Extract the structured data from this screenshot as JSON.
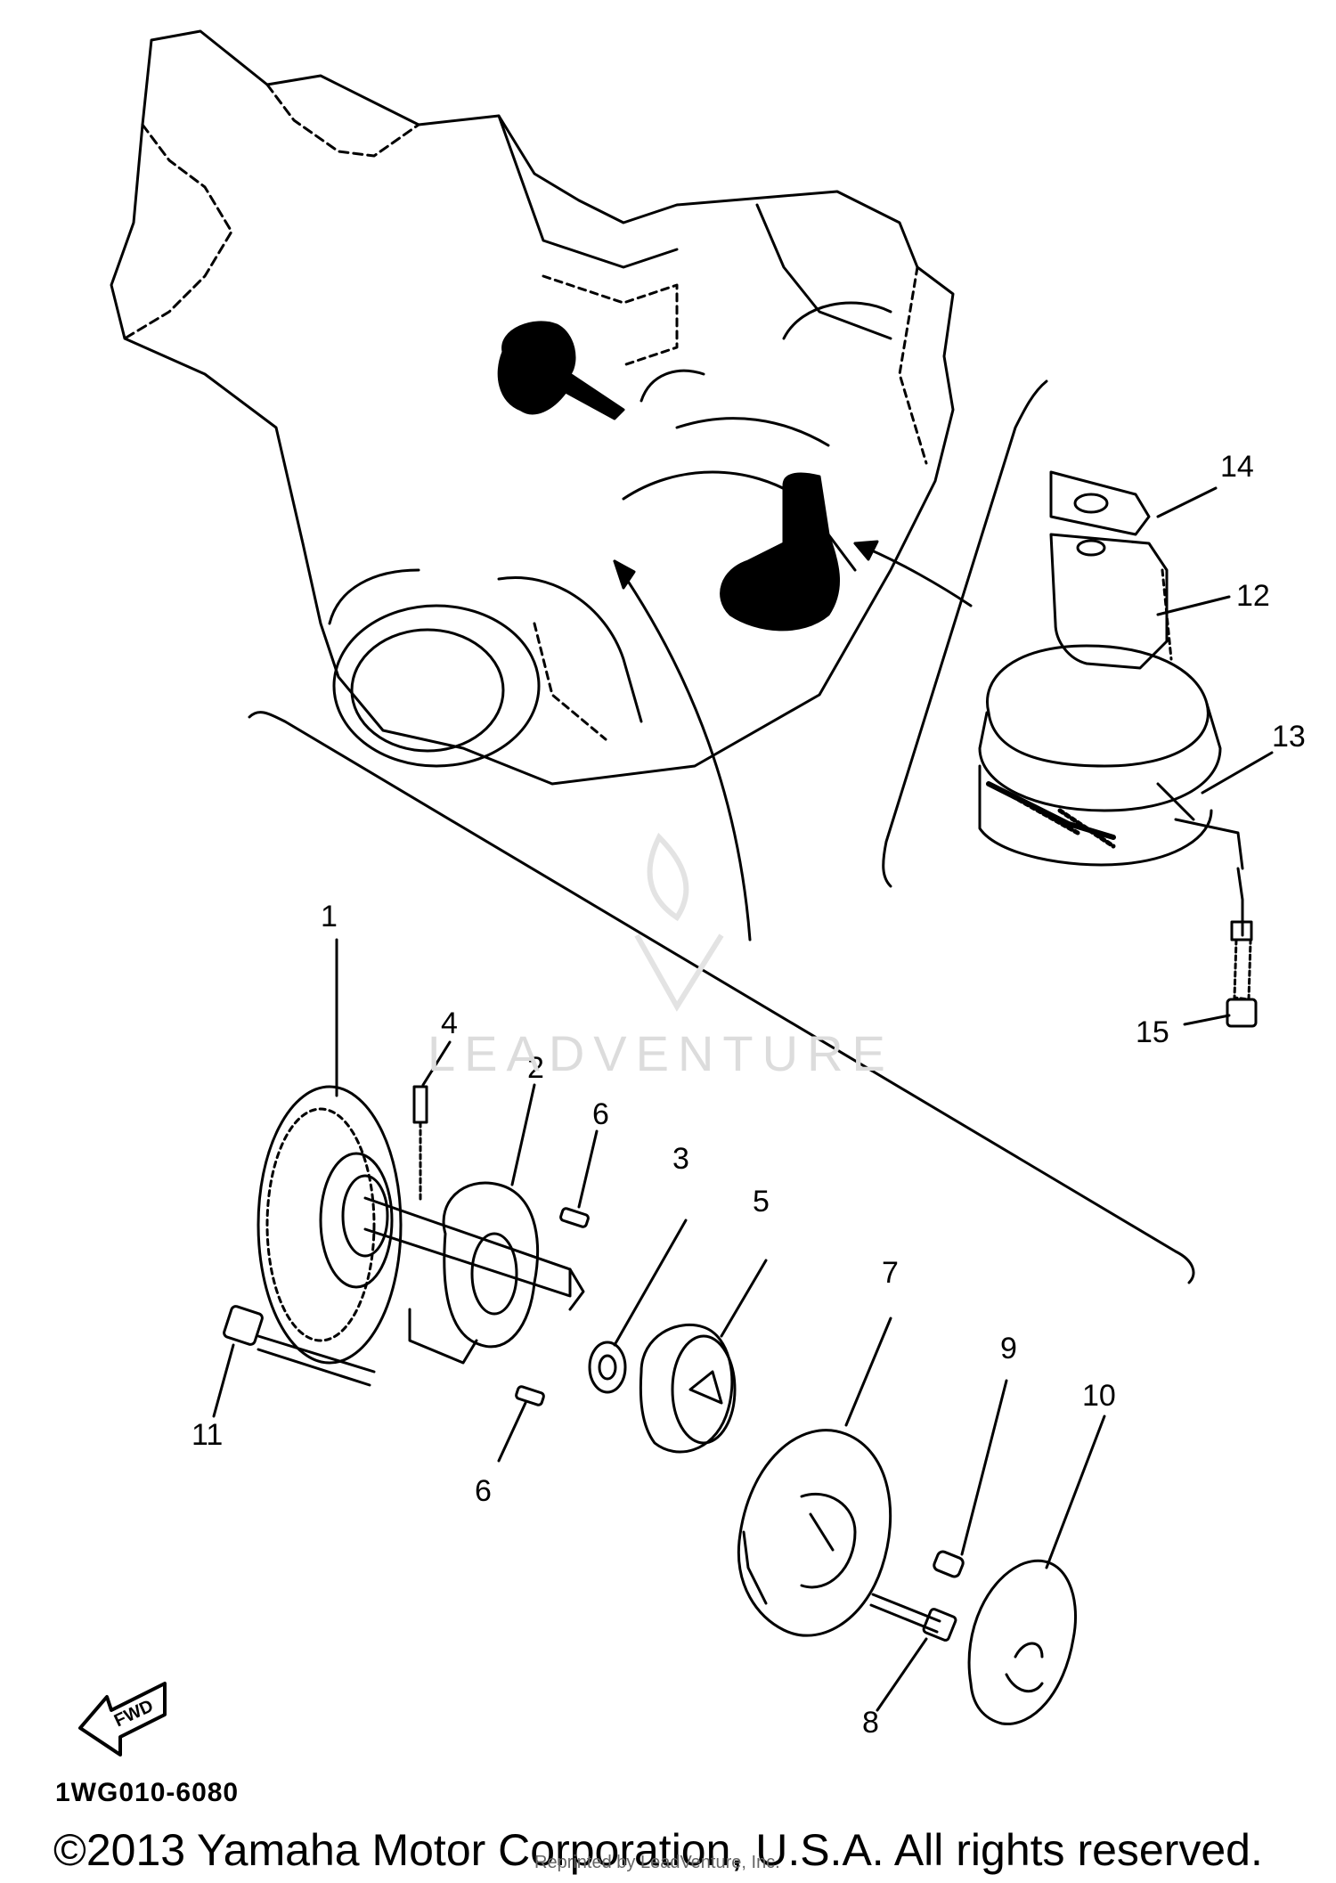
{
  "diagram": {
    "callouts": [
      "1",
      "2",
      "3",
      "4",
      "5",
      "6",
      "6",
      "7",
      "8",
      "9",
      "10",
      "11",
      "12",
      "13",
      "14",
      "15"
    ],
    "fwd_label": "FWD",
    "drawing_code": "1WG010-6080"
  },
  "footer": {
    "copyright": "©2013 Yamaha Motor Corporation, U.S.A. All rights reserved.",
    "reprint": "Reprinted by LeadVenture, Inc."
  },
  "watermark": {
    "text": "LEADVENTURE"
  }
}
